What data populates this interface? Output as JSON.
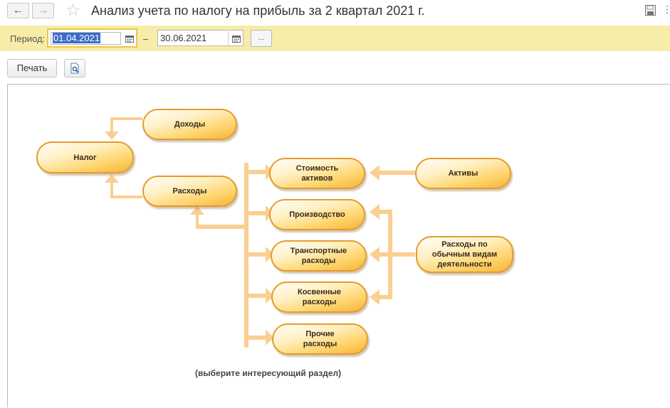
{
  "header": {
    "title": "Анализ учета по налогу на прибыль за 2 квартал 2021 г.",
    "back_icon": "arrow-left-icon",
    "forward_icon": "arrow-right-icon",
    "favorite_icon": "star-icon",
    "save_icon": "save-icon",
    "more_icon": "more-vertical-icon"
  },
  "period": {
    "label": "Период:",
    "start": "01.04.2021",
    "separator": "–",
    "end": "30.06.2021",
    "select_label": "..."
  },
  "toolbar": {
    "print_label": "Печать",
    "preview_icon": "print-preview-icon"
  },
  "diagram": {
    "nodes": {
      "nalog": "Налог",
      "dohody": "Доходы",
      "rashody": "Расходы",
      "stoimost_line1": "Стоимость",
      "stoimost_line2": "активов",
      "proizvodstvo": "Производство",
      "transport_line1": "Транспортные",
      "transport_line2": "расходы",
      "kosvennye_line1": "Косвенные",
      "kosvennye_line2": "расходы",
      "prochie_line1": "Прочие",
      "prochie_line2": "расходы",
      "aktivy": "Активы",
      "obychnye_line1": "Расходы по",
      "obychnye_line2": "обычным видам",
      "obychnye_line3": "деятельности"
    },
    "hint": "(выберите интересующий раздел)"
  },
  "colors": {
    "accent_bar": "#f7eca8",
    "focus_border": "#f0c64a",
    "node_border": "#e59b2a",
    "connector": "#fbcf92",
    "selection": "#3a6cc8"
  }
}
